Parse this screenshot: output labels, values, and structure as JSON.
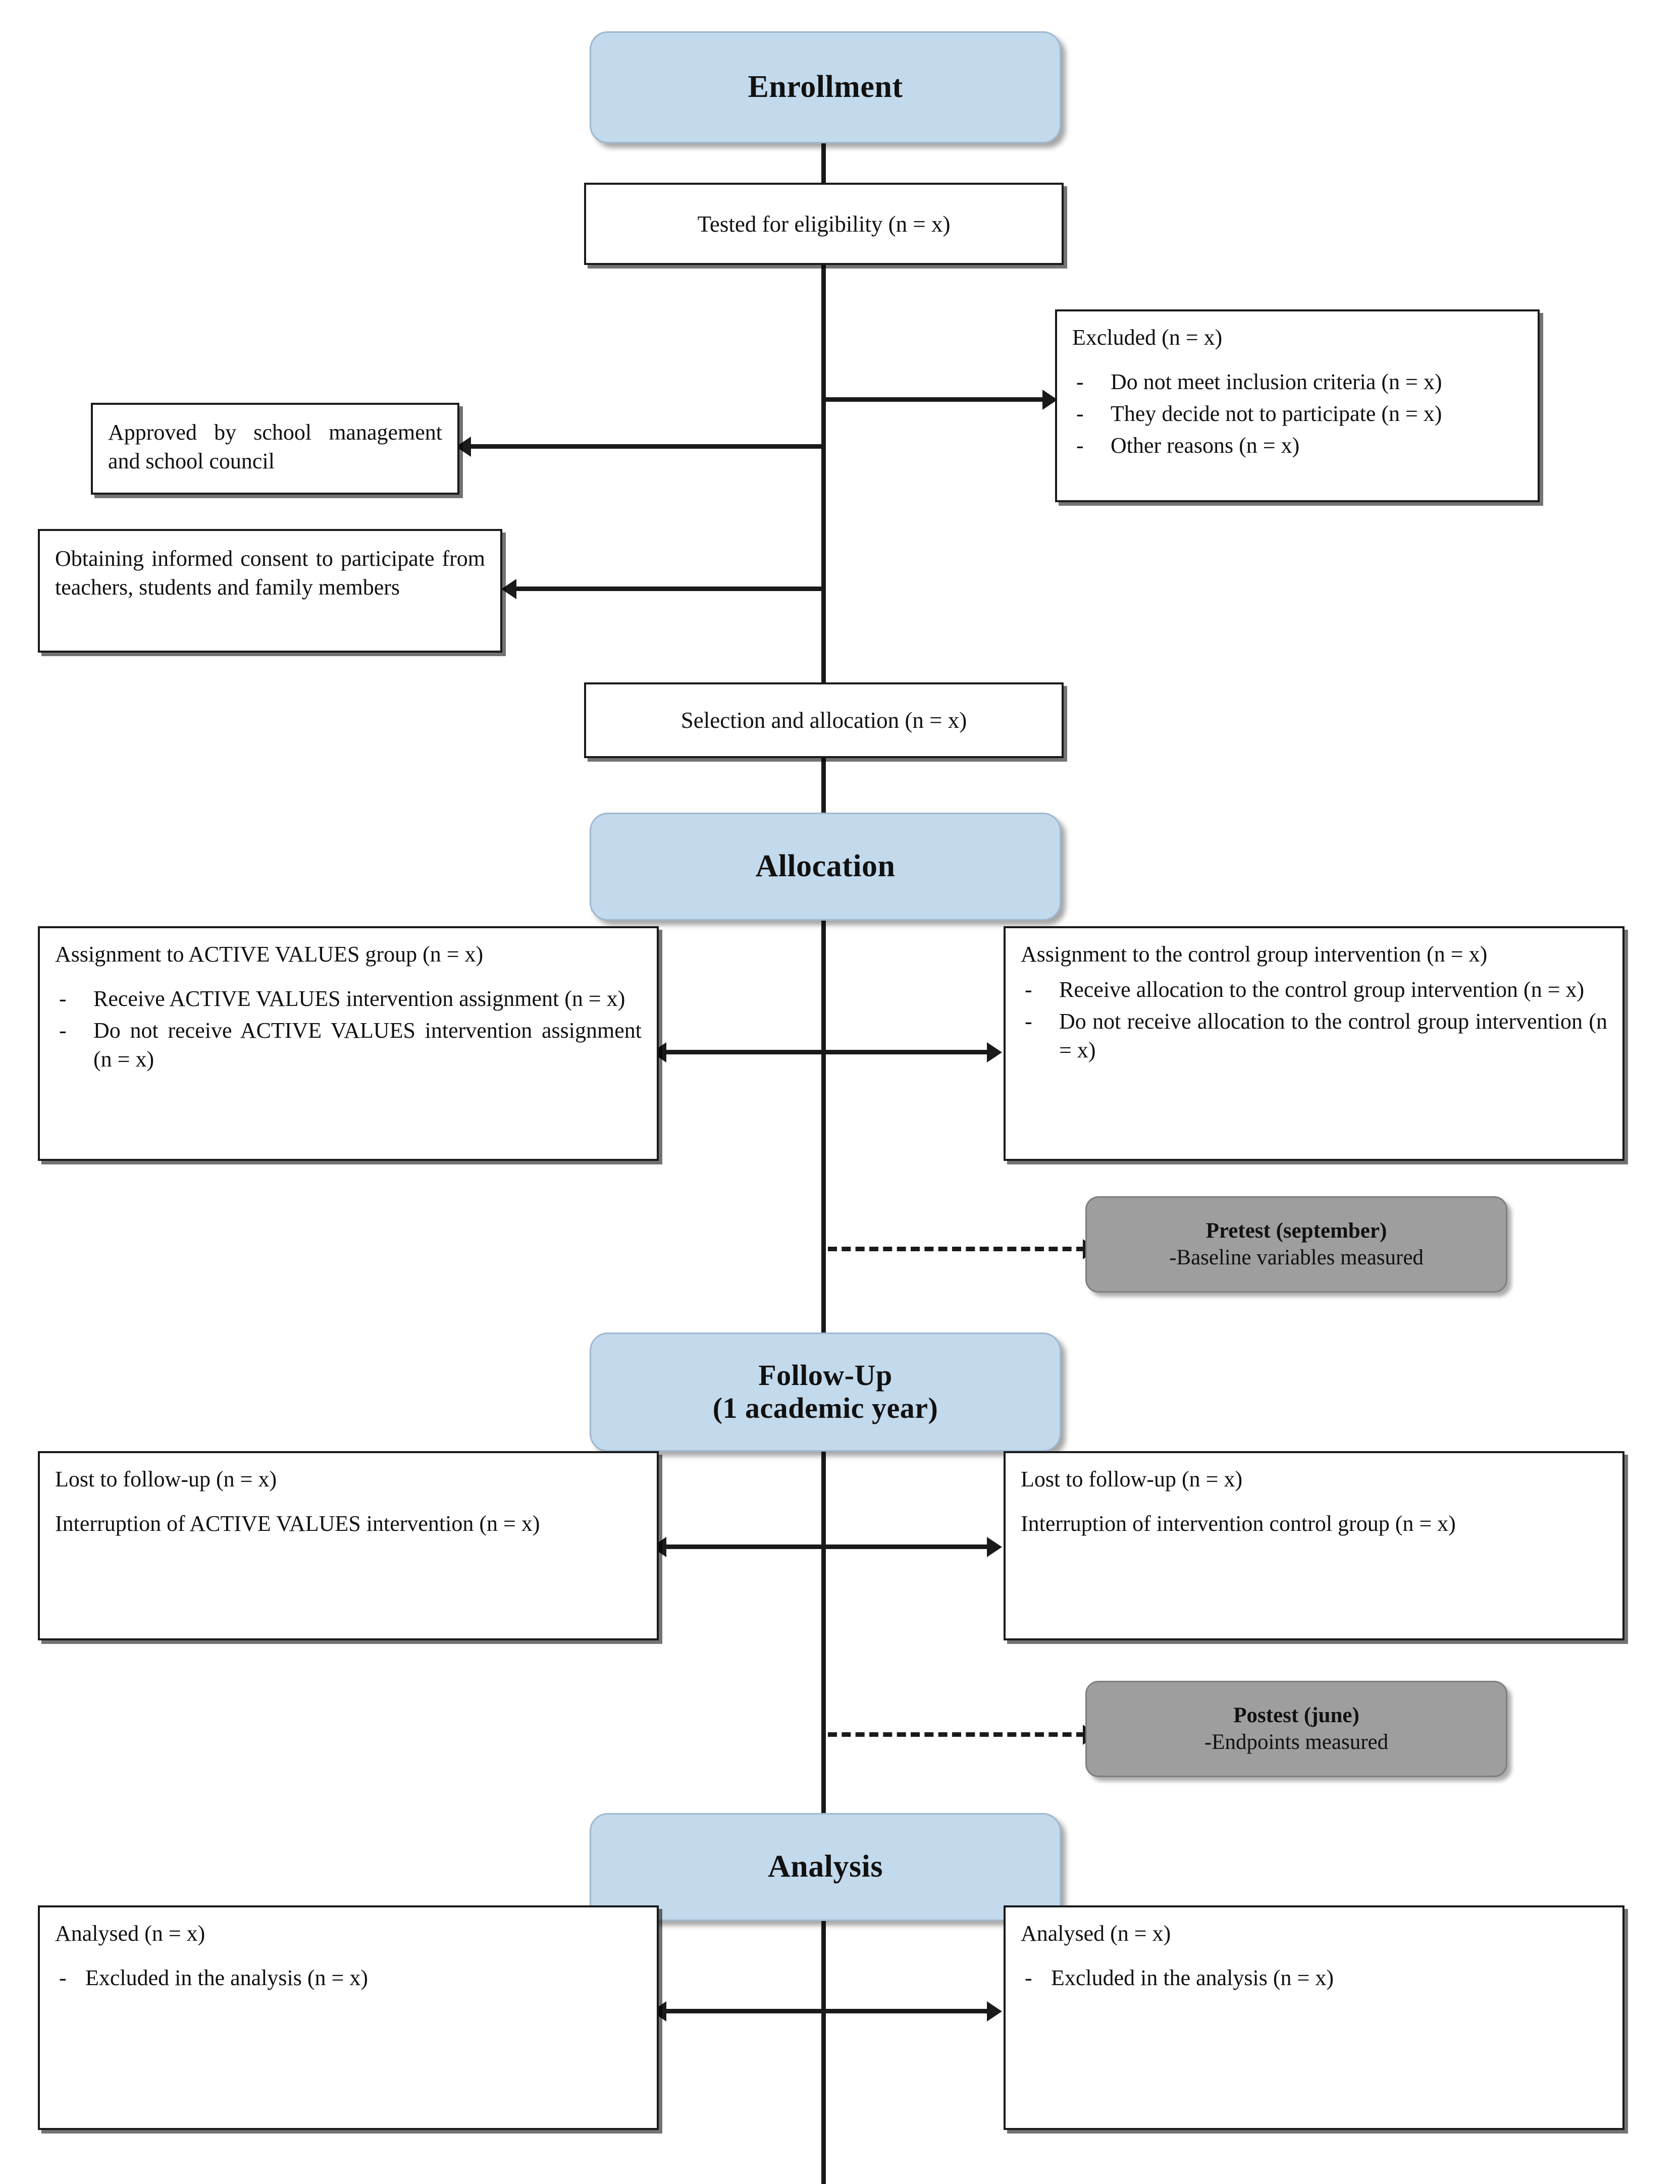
{
  "diagram": {
    "title": "CONSORT participant flow diagram",
    "colors": {
      "stage_header_fill": "#c3d9ec",
      "stage_header_border": "#9fb8cf",
      "measurement_fill": "#9e9e9e",
      "box_border": "#1a1a1a",
      "page_background": "#ffffff"
    }
  },
  "stages": {
    "enrollment": "Enrollment",
    "allocation": "Allocation",
    "followup_line1": "Follow-Up",
    "followup_line2": "(1 academic year)",
    "analysis": "Analysis"
  },
  "enrollment": {
    "eligibility_box": "Tested for eligibility (n = x)",
    "excluded_box": {
      "lead": "Excluded (n = x)",
      "items": [
        "Do not meet inclusion criteria (n = x)",
        "They decide not to participate (n = x)",
        "Other reasons (n = x)"
      ]
    },
    "approval_box": "Approved by school management and school council",
    "consent_box": "Obtaining informed consent to participate from teachers, students and family members",
    "selection_box": "Selection and allocation (n = x)"
  },
  "allocation": {
    "left": {
      "lead": "Assignment to ACTIVE VALUES group (n = x)",
      "items": [
        "Receive ACTIVE VALUES intervention assignment (n = x)",
        "Do not receive ACTIVE VALUES intervention assignment (n = x)"
      ]
    },
    "right": {
      "lead": "Assignment to the control group intervention (n = x)",
      "items": [
        "Receive allocation to the control group intervention (n = x)",
        "Do not receive allocation to the control group intervention (n = x)"
      ]
    }
  },
  "pretest": {
    "title": "Pretest (september)",
    "detail": "-Baseline variables measured"
  },
  "followup": {
    "left": {
      "line1": "Lost to follow-up (n = x)",
      "line2": "Interruption of ACTIVE VALUES intervention (n = x)"
    },
    "right": {
      "line1": "Lost to follow-up (n = x)",
      "line2": "Interruption of intervention control group (n = x)"
    }
  },
  "postest": {
    "title": "Postest (june)",
    "detail": "-Endpoints measured"
  },
  "analysis": {
    "left": {
      "lead": "Analysed (n = x)",
      "items": [
        "Excluded in the analysis (n = x)"
      ]
    },
    "right": {
      "lead": "Analysed (n = x)",
      "items": [
        "Excluded in the analysis (n = x)"
      ]
    }
  }
}
